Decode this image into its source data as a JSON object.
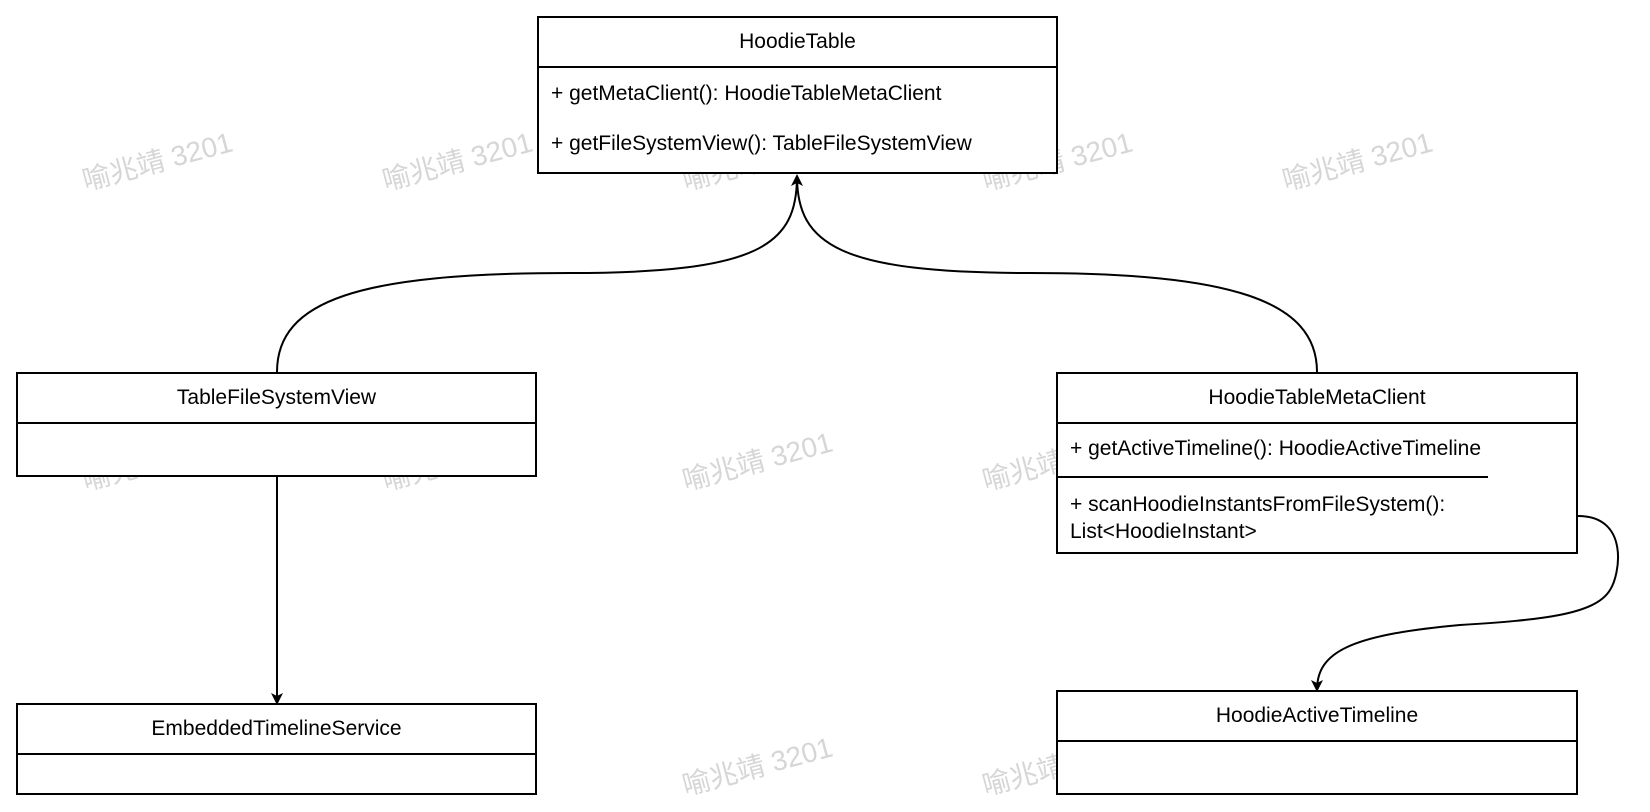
{
  "colors": {
    "line": "#000000",
    "watermark": "#d6d6d6",
    "background": "#ffffff"
  },
  "watermark_text": "喻兆靖 3201",
  "classes": {
    "hoodie_table": {
      "name": "HoodieTable",
      "methods": [
        "+ getMetaClient(): HoodieTableMetaClient",
        "+ getFileSystemView(): TableFileSystemView"
      ]
    },
    "table_file_system_view": {
      "name": "TableFileSystemView"
    },
    "hoodie_table_meta_client": {
      "name": "HoodieTableMetaClient",
      "methods": [
        "+ getActiveTimeline(): HoodieActiveTimeline",
        "+ scanHoodieInstantsFromFileSystem(): List<HoodieInstant>"
      ]
    },
    "embedded_timeline_service": {
      "name": "EmbeddedTimelineService"
    },
    "hoodie_active_timeline": {
      "name": "HoodieActiveTimeline"
    }
  }
}
